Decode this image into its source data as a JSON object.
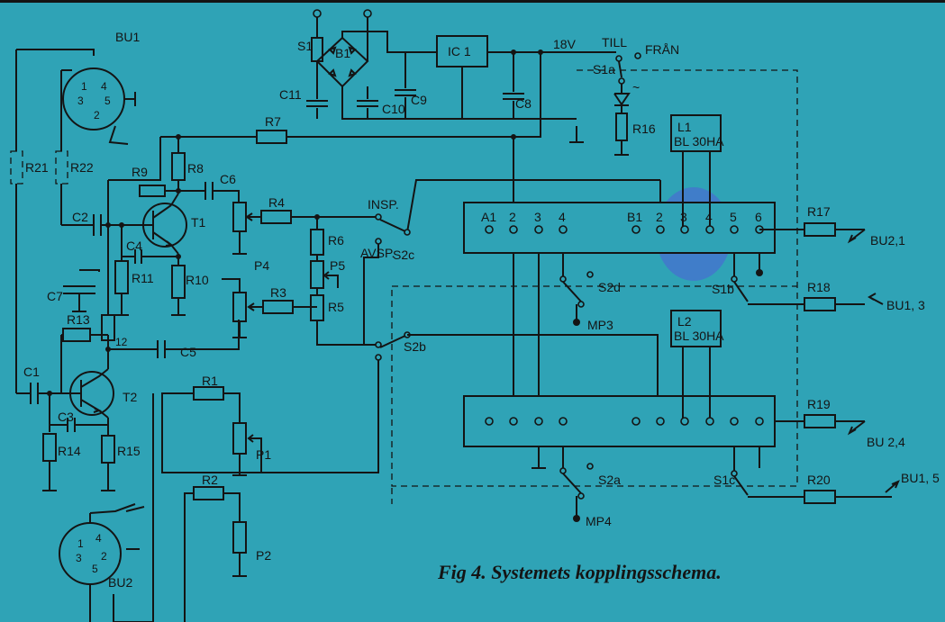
{
  "caption": "Fig 4.  Systemets kopplingsschema.",
  "colors": {
    "background": "#2fa3b6",
    "ink": "#141414",
    "stain": "#4f5fd8"
  },
  "labels": {
    "BU1": "BU1",
    "BU2": "BU2",
    "R21": "R21",
    "R22": "R22",
    "S1": "S1",
    "B1": "B1",
    "C11": "C11",
    "C10": "C10",
    "C9": "C9",
    "IC1": "IC 1",
    "C8": "C8",
    "V18": "18V",
    "TILL": "TILL",
    "FRAN": "FRÅN",
    "S1a": "S1a",
    "tilde": "~",
    "R16": "R16",
    "R7": "R7",
    "R8": "R8",
    "R9": "R9",
    "C6": "C6",
    "C2": "C2",
    "T1": "T1",
    "C4": "C4",
    "R11": "R11",
    "R10": "R10",
    "C7": "C7",
    "R4": "R4",
    "R6": "R6",
    "P5": "P5",
    "R5": "R5",
    "P4": "P4",
    "R3": "R3",
    "INSP": "INSP.",
    "AVSP": "AVSP.",
    "S2c": "S2c",
    "S2b": "S2b",
    "R12": "12",
    "R13": "R13",
    "C5": "C5",
    "C1": "C1",
    "T2": "T2",
    "C3": "C3",
    "R14": "R14",
    "R15": "R15",
    "R1": "R1",
    "P1": "P1",
    "R2": "R2",
    "P2": "P2",
    "L1": "L1",
    "L1type": "BL 30HA",
    "L2": "L2",
    "L2type": "BL 30HA",
    "A1": "A1",
    "B1con": "B1",
    "p2": "2",
    "p3": "3",
    "p4": "4",
    "q2": "2",
    "q3": "3",
    "q4": "4",
    "q5": "5",
    "q6": "6",
    "S2d": "S2d",
    "S1b": "S1b",
    "MP3": "MP3",
    "S2a": "S2a",
    "S1c": "S1c",
    "MP4": "MP4",
    "R17": "R17",
    "R18": "R18",
    "R19": "R19",
    "R20": "R20",
    "BU21": "BU2,1",
    "BU13": "BU1, 3",
    "BU24": "BU 2,4",
    "BU15": "BU1, 5",
    "pin1": "1",
    "pin2": "2",
    "pin3": "3",
    "pin4": "4",
    "pin5": "5",
    "qpin1": "1",
    "qpin2": "2",
    "qpin3": "3",
    "qpin4": "4",
    "qpin5": "5"
  }
}
